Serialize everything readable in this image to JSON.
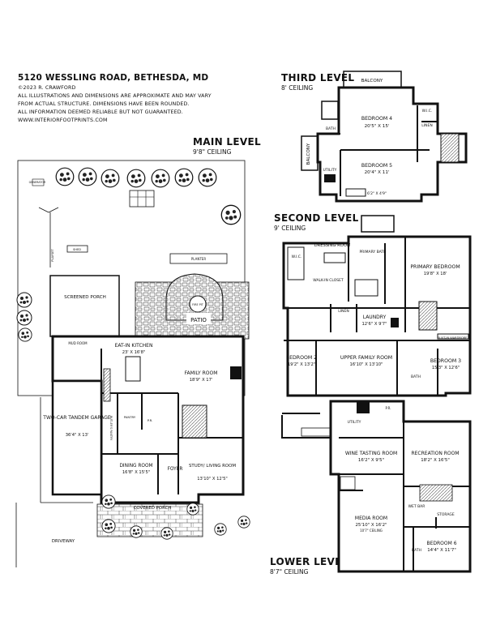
{
  "header": {
    "address": "5120 WESSLING ROAD, BETHESDA, MD",
    "copyright": "©2023 R. CRAWFORD",
    "disclaimer1": "ALL ILLUSTRATIONS AND DIMENSIONS ARE APPROXIMATE AND MAY VARY",
    "disclaimer2": "FROM ACTUAL STRUCTURE. DIMENSIONS HAVE BEEN ROUNDED.",
    "disclaimer3": "ALL INFORMATION DEEMED RELIABLE BUT NOT GUARANTEED.",
    "website": "WWW.INTERIORFOOTPRINTS.COM"
  },
  "levels": {
    "third": {
      "title": "THIRD LEVEL",
      "ceiling": "8' CEILING"
    },
    "second": {
      "title": "SECOND LEVEL",
      "ceiling": "9' CEILING"
    },
    "main": {
      "title": "MAIN LEVEL",
      "ceiling": "9'8\" CEILING"
    },
    "lower": {
      "title": "LOWER LEVEL",
      "ceiling": "8'7\" CEILING"
    }
  },
  "rooms": {
    "third": {
      "balcony_top": "BALCONY",
      "balcony_left": "BALCONY",
      "bedroom4": "BEDROOM 4",
      "bedroom4_dim": "20'5\" X 15'",
      "bedroom5": "BEDROOM 5",
      "bedroom5_dim": "20'4\" X 11'",
      "wic": "W.I.C.",
      "linen": "LINEN",
      "bath": "BATH",
      "utility": "UTILITY",
      "landing": "6'2\" X 4'9\""
    },
    "second": {
      "dressing": "DRESSING ROOM",
      "wic": "W.I.C.",
      "primary_bath": "PRIMARY BATH",
      "walkin": "WALK-IN CLOSET",
      "primary_bed": "PRIMARY BEDROOM",
      "primary_bed_dim": "19'8\" X 18'",
      "laundry": "LAUNDRY",
      "laundry_dim": "12'6\" X 9'7\"",
      "linen": "LINEN",
      "bedroom2": "BEDROOM 2",
      "bedroom2_dim": "19'2\" X 13'2\"",
      "upper_family": "UPPER FAMILY ROOM",
      "upper_family_dim": "16'10\" X 13'10\"",
      "bedroom3": "BEDROOM 3",
      "bedroom3_dim": "15'3\" X 12'6\"",
      "bath": "BATH",
      "builtin": "BUILT-IN WARDROBE"
    },
    "main": {
      "screened_porch": "SCREENED PORCH",
      "patio": "PATIO",
      "fire_pit": "FIRE PIT",
      "planter": "PLANTER",
      "mud_room": "MUD ROOM",
      "eatin": "EAT-IN KITCHEN",
      "eatin_dim": "23' X 16'8\"",
      "family": "FAMILY ROOM",
      "family_dim": "18'9\" X 17'",
      "garage": "TWO-CAR TANDEM GARAGE",
      "garage_dim": "36'4\" X 13'",
      "pantry": "PANTRY",
      "butler": "BUTLER'S PANTRY",
      "pr": "P.R.",
      "dining": "DINING ROOM",
      "dining_dim": "16'8\" X 15'5\"",
      "foyer": "FOYER",
      "study": "STUDY/ LIVING ROOM",
      "study_dim": "13'10\" X 12'5\"",
      "covered_porch": "COVERED PORCH",
      "driveway": "DRIVEWAY",
      "generator": "GENERATOR",
      "playset": "PLAYSET",
      "shed": "SHED"
    },
    "lower": {
      "pr": "P.R.",
      "utility": "UTILITY",
      "wine": "WINE TASTING ROOM",
      "wine_dim": "16'2\" X 9'5\"",
      "recreation": "RECREATION ROOM",
      "recreation_dim": "18'2\" X 16'5\"",
      "media": "MEDIA ROOM",
      "media_dim": "25'10\" X 16'2\"",
      "media_ceiling": "10'7\" CEILING",
      "storage": "STORAGE",
      "wetbar": "WET BAR",
      "bedroom6": "BEDROOM 6",
      "bedroom6_dim": "14'4\" X 11'7\"",
      "bath": "BATH"
    }
  }
}
